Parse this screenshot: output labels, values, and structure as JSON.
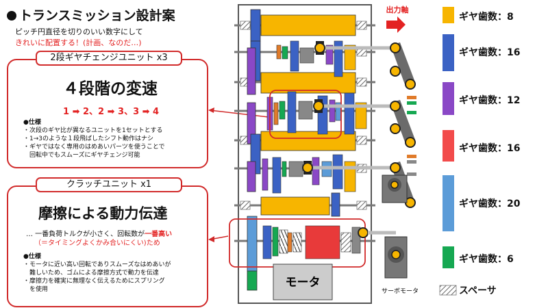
{
  "title": "トランスミッション設計案",
  "intro": {
    "line1": "ピッチ円直径を切りのいい数字にして",
    "line2": "きれいに配置する！(計画、なのだ…)"
  },
  "gear_unit": {
    "tab": "2段ギヤチェンジユニット x3",
    "headline": "４段階の変速",
    "sequence": "1 ➡ 2、2 ➡ 3、3 ➡ 4",
    "spec_heading": "●仕様",
    "specs": [
      "・次段のギヤ比が異なるユニットを1セットとする",
      "・1→3のような１段飛ばしたシフト動作はナシ",
      "・ギヤではなく専用のはめあいパーツを使うことで",
      "　回転中でもスムーズにギヤチェンジ可能"
    ]
  },
  "clutch_unit": {
    "tab": "クラッチユニット x1",
    "headline": "摩擦による動力伝達",
    "note_prefix": "… 一番負荷トルクが小さく、回転数が",
    "note_highlight": "一番高い",
    "note_line2": "（＝タイミングよくかみ合いにくい)ため",
    "spec_heading": "●仕様",
    "specs": [
      "・モータに近い高い回転でありスムーズなはめあいが",
      "　難しいため、ゴムによる摩擦方式で動力を伝達",
      "・摩擦力を確実に無理なく伝えるためにスプリング",
      "　を使用"
    ]
  },
  "diagram": {
    "output_shaft_label": "出力軸",
    "motor_label": "モータ",
    "servo_label": "サーボモータ"
  },
  "legend": [
    {
      "label": "ギヤ歯数：8",
      "color": "#f7b500"
    },
    {
      "label": "ギヤ歯数：16",
      "color": "#3b62c4"
    },
    {
      "label": "ギヤ歯数：12",
      "color": "#8a48c6"
    },
    {
      "label": "ギヤ歯数：16",
      "color": "#f24b4b"
    },
    {
      "label": "ギヤ歯数：20",
      "color": "#5c9cd8"
    },
    {
      "label": "ギヤ歯数：6",
      "color": "#16a852"
    },
    {
      "label": "スペーサ",
      "color": "hatch"
    }
  ]
}
